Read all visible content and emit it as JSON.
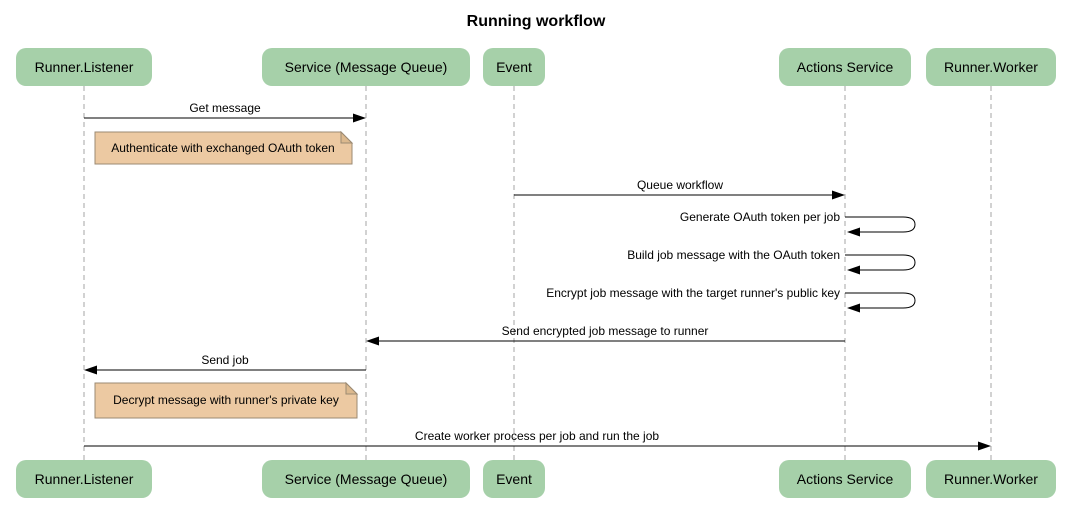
{
  "title": "Running workflow",
  "colors": {
    "background": "#ffffff",
    "participant_fill": "#a6d0a9",
    "text": "#000000",
    "lifeline": "#a6a6a6",
    "arrow": "#000000",
    "note_fill": "#ecc9a2",
    "note_border": "#9b8a73",
    "note_fold": "#dcb98e"
  },
  "participants": [
    {
      "label": "Runner.Listener"
    },
    {
      "label": "Service (Message Queue)"
    },
    {
      "label": "Event"
    },
    {
      "label": "Actions Service"
    },
    {
      "label": "Runner.Worker"
    }
  ],
  "messages": [
    {
      "type": "arrow",
      "label": "Get message",
      "from": "Runner.Listener",
      "to": "Service (Message Queue)"
    },
    {
      "type": "note",
      "label": "Authenticate with exchanged OAuth token",
      "over": "Runner.Listener"
    },
    {
      "type": "arrow",
      "label": "Queue workflow",
      "from": "Event",
      "to": "Actions Service"
    },
    {
      "type": "self",
      "label": "Generate OAuth token per job",
      "actor": "Actions Service"
    },
    {
      "type": "self",
      "label": "Build job message with the OAuth token",
      "actor": "Actions Service"
    },
    {
      "type": "self",
      "label": "Encrypt job message with the target runner's public key",
      "actor": "Actions Service"
    },
    {
      "type": "arrow",
      "label": "Send encrypted job message to runner",
      "from": "Actions Service",
      "to": "Service (Message Queue)"
    },
    {
      "type": "arrow",
      "label": "Send job",
      "from": "Service (Message Queue)",
      "to": "Runner.Listener"
    },
    {
      "type": "note",
      "label": "Decrypt message with runner's private key",
      "over": "Runner.Listener"
    },
    {
      "type": "arrow",
      "label": "Create worker process per job and run the job",
      "from": "Runner.Listener",
      "to": "Runner.Worker"
    }
  ]
}
